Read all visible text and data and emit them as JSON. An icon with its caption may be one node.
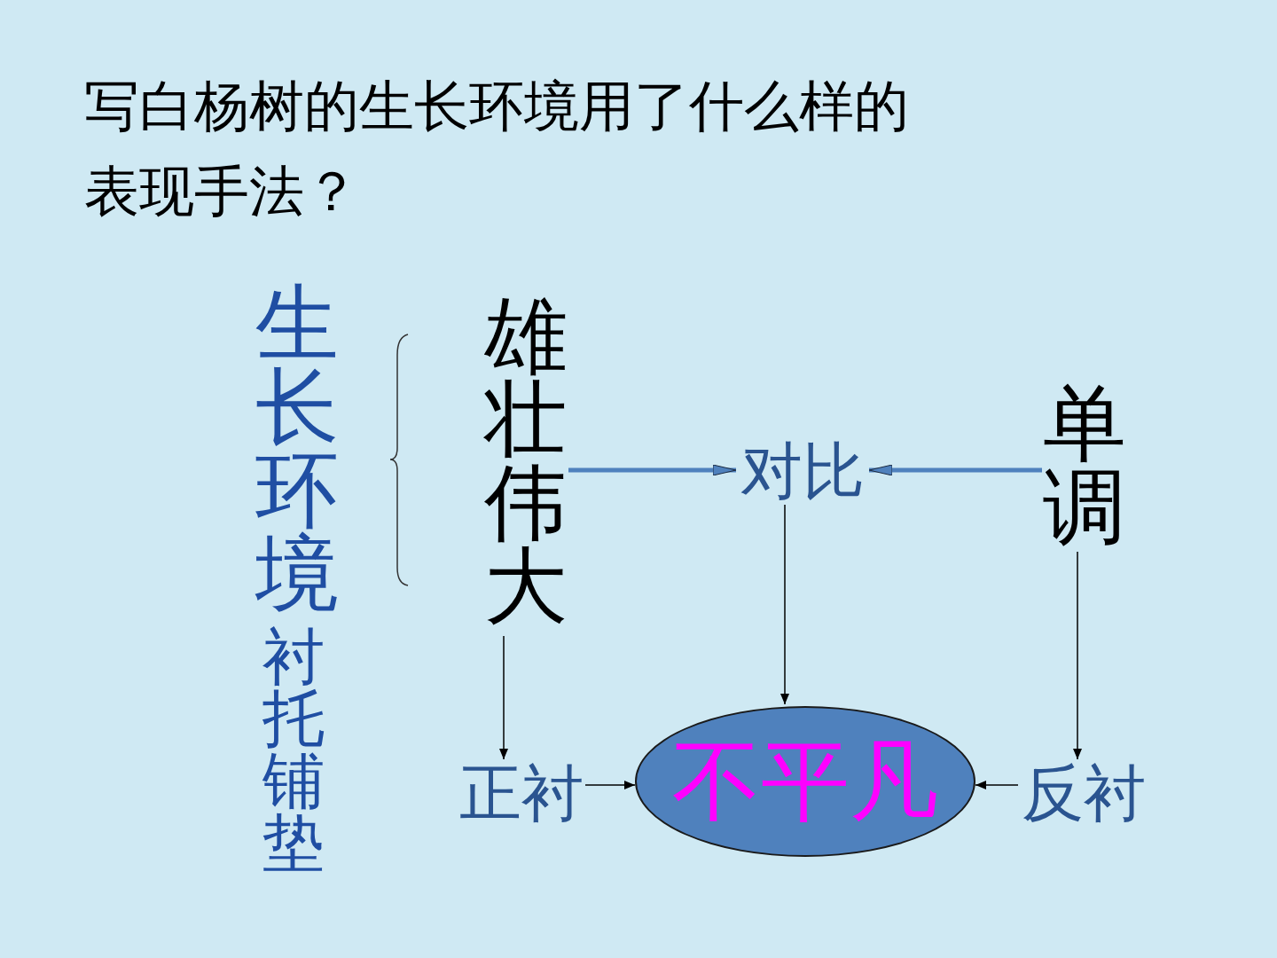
{
  "diagram": {
    "title": "写白杨树的生长环境用了什么样的表现手法？",
    "nodes": [
      {
        "text": [
          "雄壮伟大"
        ]
      },
      {
        "text": [
          "对比"
        ]
      },
      {
        "text": [
          "单调"
        ]
      },
      {
        "text": [
          "正衬"
        ]
      },
      {
        "text": [
          "不平凡"
        ]
      },
      {
        "text": [
          "反衬"
        ]
      }
    ],
    "edges": [
      {
        "from": 0,
        "to": 1,
        "arrow": "to",
        "style": "thick",
        "color": "#4f81bd"
      },
      {
        "from": 2,
        "to": 1,
        "arrow": "to",
        "style": "thick",
        "color": "#4f81bd"
      },
      {
        "from": 1,
        "to": 4,
        "arrow": "to"
      },
      {
        "from": 0,
        "to": 3,
        "arrow": "to"
      },
      {
        "from": 2,
        "to": 5,
        "arrow": "to"
      },
      {
        "from": 3,
        "to": 4,
        "arrow": "to"
      },
      {
        "from": 5,
        "to": 4,
        "arrow": "to"
      }
    ],
    "labels": [
      "生长环境",
      "衬托铺垫"
    ]
  }
}
